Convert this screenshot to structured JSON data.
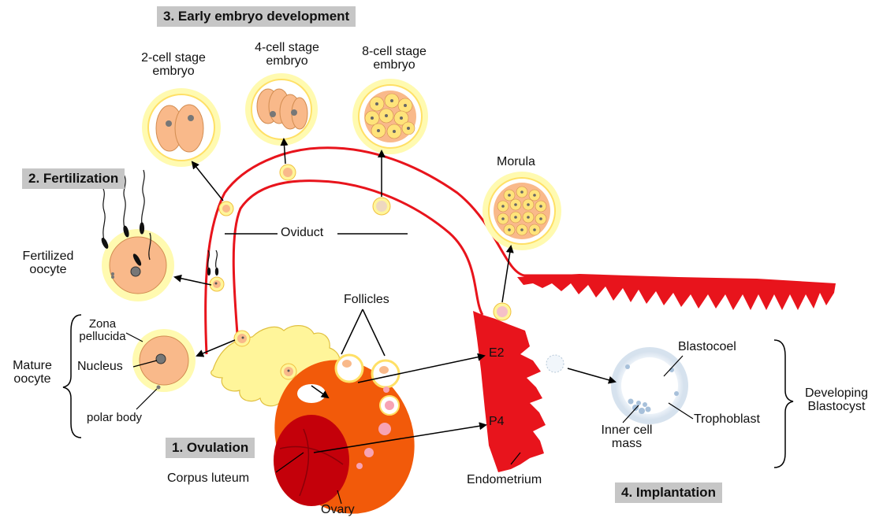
{
  "stages": {
    "early_embryo": "3. Early embryo development",
    "fertilization": "2. Fertilization",
    "ovulation": "1. Ovulation",
    "implantation": "4. Implantation"
  },
  "labels": {
    "two_cell": "2-cell stage\nembryo",
    "four_cell": "4-cell stage\nembryo",
    "eight_cell": "8-cell stage\nembryo",
    "morula": "Morula",
    "oviduct": "Oviduct",
    "fertilized_oocyte": "Fertilized\noocyte",
    "zona_pellucida": "Zona\npellucida",
    "nucleus": "Nucleus",
    "polar_body": "polar body",
    "mature_oocyte": "Mature\noocyte",
    "follicles": "Follicles",
    "e2": "E2",
    "p4": "P4",
    "corpus_luteum": "Corpus luteum",
    "ovary": "Ovary",
    "endometrium": "Endometrium",
    "blastocoel": "Blastocoel",
    "trophoblast": "Trophoblast",
    "inner_cell_mass": "Inner cell\nmass",
    "developing_blastocyst": "Developing\nBlastocyst"
  },
  "colors": {
    "duct_red": "#e8141c",
    "uterus_red": "#e8141c",
    "zona_yellow": "#fffab0",
    "ring_yellow": "#ffe066",
    "cell_peach": "#f9b98a",
    "ovary_orange": "#f25a0a",
    "corpus_dark_red": "#c4000a",
    "fimbria_yellow": "#fff59a",
    "stage_gray": "#c6c6c6"
  }
}
